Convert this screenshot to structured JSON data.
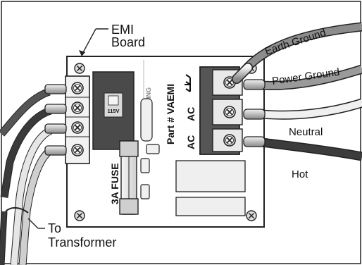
{
  "callouts": {
    "board": [
      "EMI",
      "Board"
    ],
    "transformer": [
      "To",
      "Transformer"
    ]
  },
  "wires": {
    "earth_ground": "Earth Ground",
    "power_ground": "Power Ground",
    "neutral": "Neutral",
    "hot": "Hot"
  },
  "board_text": {
    "part_number": "Part # VAEMI",
    "brand": "VIKING",
    "fuse": "3A FUSE",
    "switch": "115V",
    "ac_1": "AC",
    "ac_2": "AC"
  },
  "icons": [
    "ground-symbol",
    "screw-icon",
    "mounting-screw-icon"
  ]
}
